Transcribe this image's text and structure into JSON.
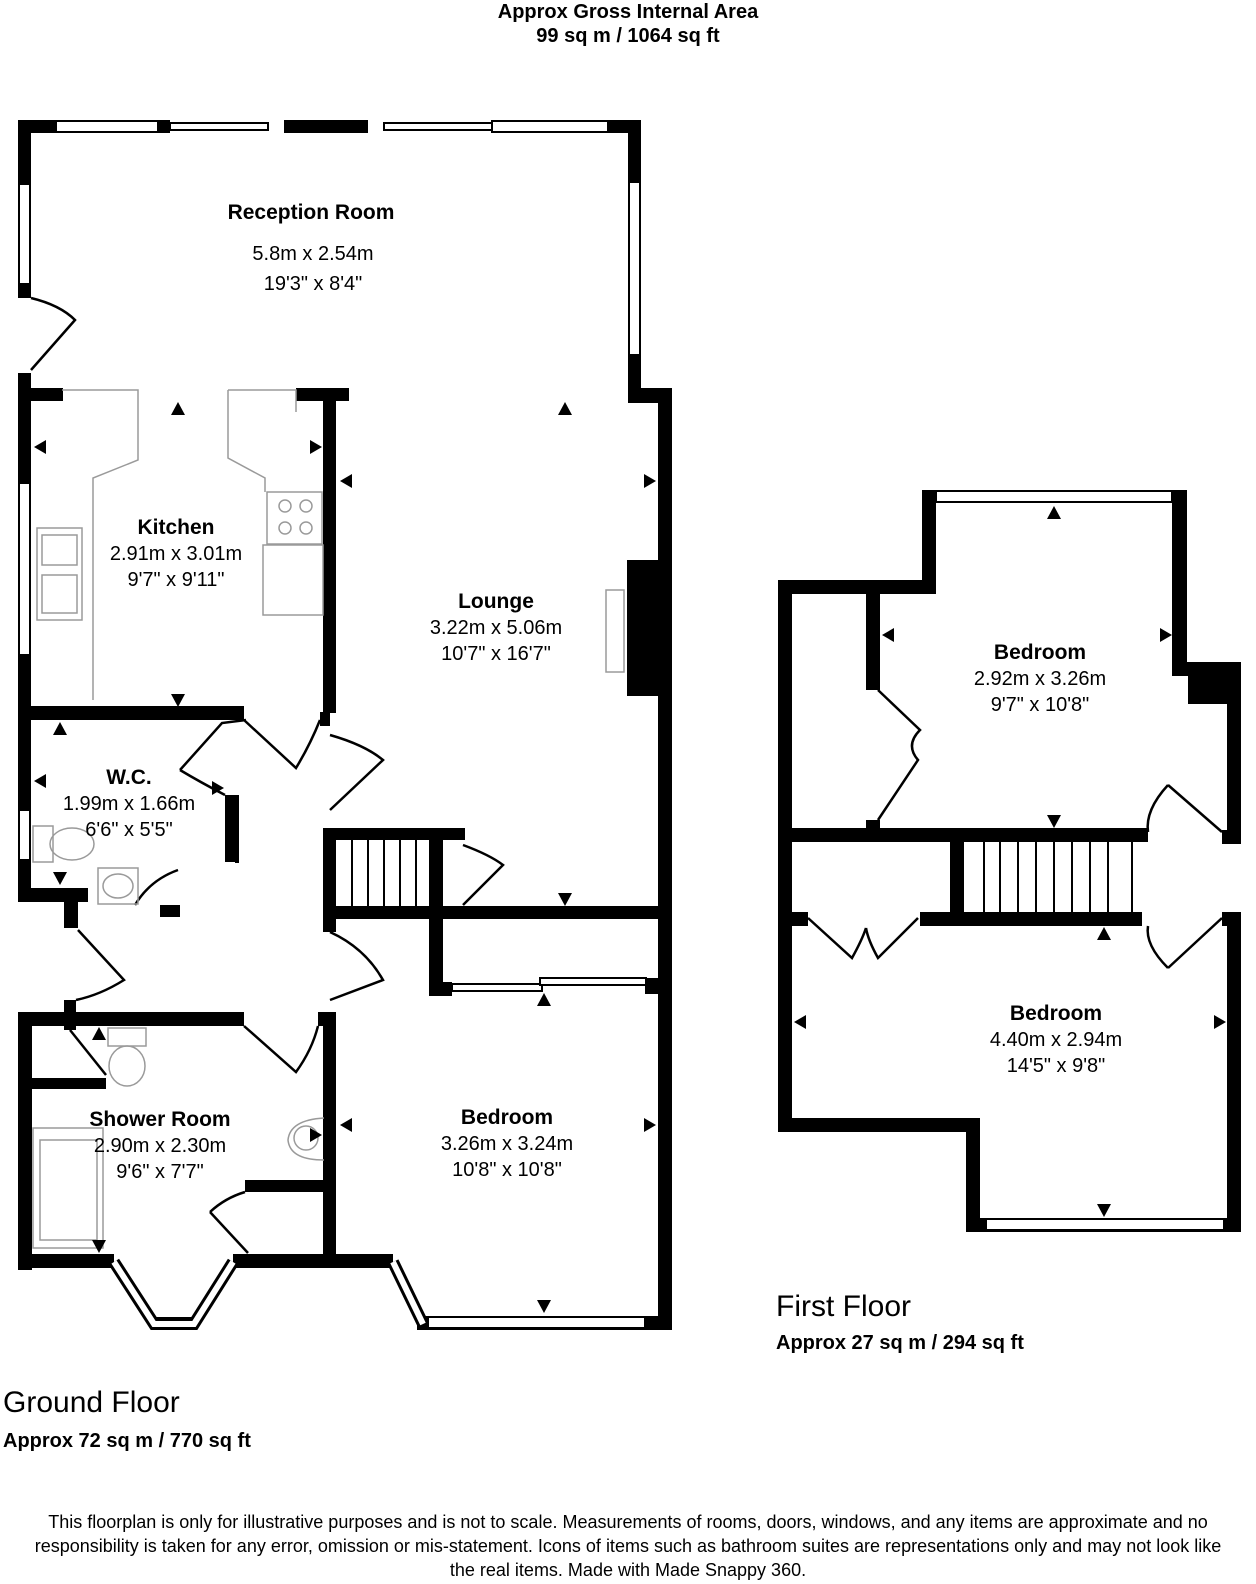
{
  "header": {
    "line1": "Approx Gross Internal Area",
    "line2": "99 sq m / 1064 sq ft"
  },
  "ground_floor": {
    "title": "Ground Floor",
    "area": "Approx 72 sq m / 770 sq ft",
    "rooms": {
      "reception": {
        "name": "Reception Room",
        "metric": "5.8m x 2.54m",
        "imperial": "19'3\" x 8'4\""
      },
      "kitchen": {
        "name": "Kitchen",
        "metric": "2.91m x 3.01m",
        "imperial": "9'7\" x 9'11\""
      },
      "lounge": {
        "name": "Lounge",
        "metric": "3.22m x 5.06m",
        "imperial": "10'7\" x 16'7\""
      },
      "wc": {
        "name": "W.C.",
        "metric": "1.99m x 1.66m",
        "imperial": "6'6\" x 5'5\""
      },
      "shower": {
        "name": "Shower Room",
        "metric": "2.90m x 2.30m",
        "imperial": "9'6\" x 7'7\""
      },
      "bedroom": {
        "name": "Bedroom",
        "metric": "3.26m x 3.24m",
        "imperial": "10'8\" x 10'8\""
      }
    }
  },
  "first_floor": {
    "title": "First Floor",
    "area": "Approx 27 sq m / 294 sq ft",
    "rooms": {
      "bedroom1": {
        "name": "Bedroom",
        "metric": "2.92m x 3.26m",
        "imperial": "9'7\" x 10'8\""
      },
      "bedroom2": {
        "name": "Bedroom",
        "metric": "4.40m x 2.94m",
        "imperial": "14'5\" x 9'8\""
      }
    }
  },
  "disclaimer": "This floorplan is only for illustrative purposes and is not to scale. Measurements of rooms, doors, windows, and any items are approximate and no responsibility is taken for any error, omission or mis-statement. Icons of items such as bathroom suites are representations only and may not look like the real items. Made with Made Snappy 360.",
  "colors": {
    "wall": "#000000",
    "background": "#ffffff",
    "fixture": "#9a9a9a"
  }
}
